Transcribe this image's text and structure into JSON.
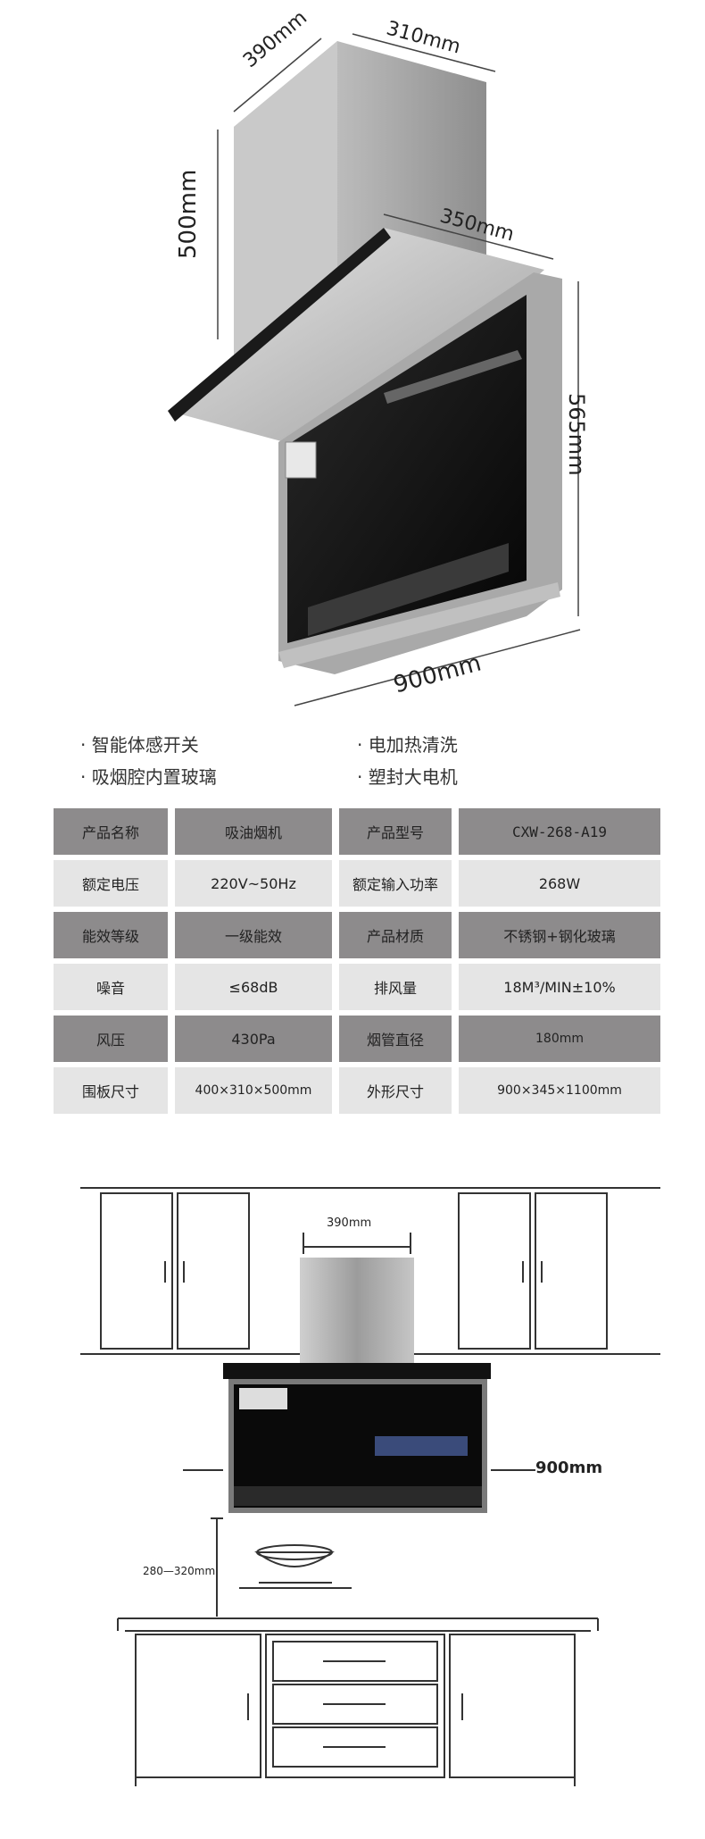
{
  "top_dimensions": {
    "depth_top": "390mm",
    "width_top": "310mm",
    "height_chimney": "500mm",
    "depth_hood": "350mm",
    "height_body": "565mm",
    "width_body": "900mm"
  },
  "features": [
    "智能体感开关",
    "电加热清洗",
    "吸烟腔内置玻璃",
    "塑封大电机"
  ],
  "specs": [
    [
      "产品名称",
      "吸油烟机",
      "产品型号",
      "CXW-268-A19"
    ],
    [
      "额定电压",
      "220V~50Hz",
      "额定输入功率",
      "268W"
    ],
    [
      "能效等级",
      "一级能效",
      "产品材质",
      "不锈钢+钢化玻璃"
    ],
    [
      "噪音",
      "≤68dB",
      "排风量",
      "18M³/MIN±10%"
    ],
    [
      "风压",
      "430Pa",
      "烟管直径",
      "180mm"
    ],
    [
      "围板尺寸",
      "400×310×500mm",
      "外形尺寸",
      "900×345×1100mm"
    ]
  ],
  "install_diagram": {
    "chimney_width": "390mm",
    "body_width": "900mm",
    "install_height": "280—320mm"
  }
}
